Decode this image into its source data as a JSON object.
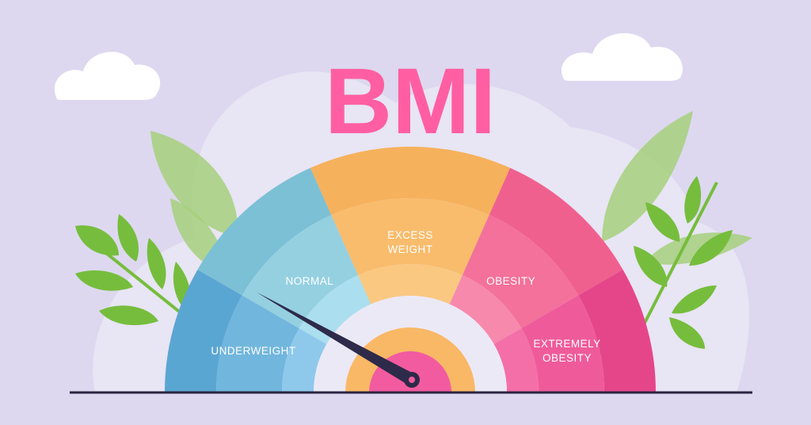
{
  "title": {
    "text": "BMI",
    "color": "#ff5fa2"
  },
  "colors": {
    "background": "#ddd8ef",
    "blob": "#e8e5f4",
    "leaf_light": "#a6d07d",
    "leaf_bright": "#76bd3d",
    "ground_line": "#2a2340",
    "needle": "#2e2a4a",
    "hub_light": "#ece9f6",
    "hub_orange": "#f9b866",
    "hub_pink": "#f25ba0"
  },
  "gauge": {
    "needle_value": 0.08,
    "segments": [
      {
        "label_lines": [
          "UNDERWEIGHT"
        ],
        "outer": "#5aa6d2",
        "mid": "#71b6dd",
        "inner": "#8ec9ec"
      },
      {
        "label_lines": [
          "NORMAL"
        ],
        "outer": "#7cc0d6",
        "mid": "#95d0e1",
        "inner": "#abdeee"
      },
      {
        "label_lines": [
          "EXCESS",
          "WEIGHT"
        ],
        "outer": "#f6b15c",
        "mid": "#f8bc6c",
        "inner": "#fac880"
      },
      {
        "label_lines": [
          "OBESITY"
        ],
        "outer": "#f0608e",
        "mid": "#f3719b",
        "inner": "#f789ad"
      },
      {
        "label_lines": [
          "EXTREMELY",
          "OBESITY"
        ],
        "outer": "#e5468a",
        "mid": "#ef5b9a",
        "inner": "#f46fa8"
      }
    ]
  },
  "icons": [
    "cloud-icon",
    "leaf-icon",
    "gauge-needle-icon"
  ]
}
